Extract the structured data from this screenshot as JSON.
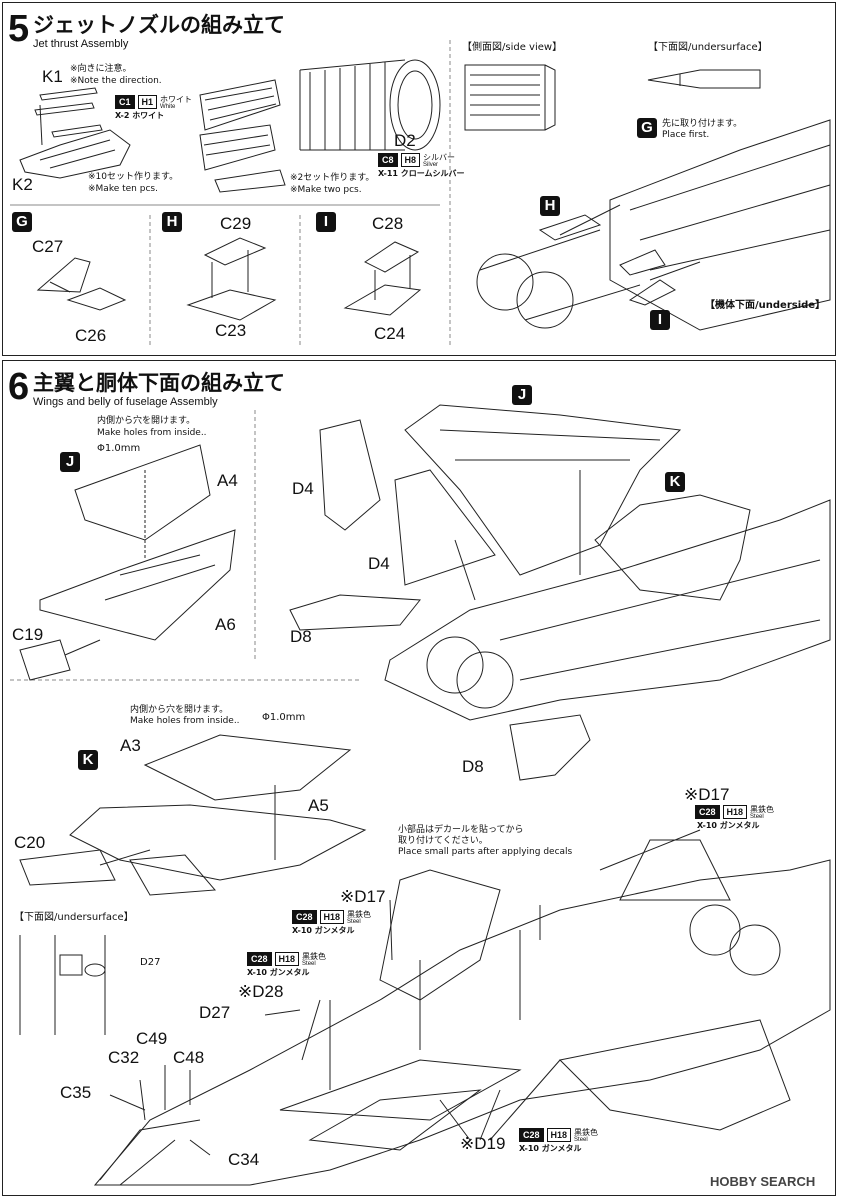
{
  "step5": {
    "number": "5",
    "title": "ジェットノズルの組み立て",
    "subtitle": "Jet thrust Assembly",
    "k1": "K1",
    "k2": "K2",
    "note_direction_jp": "※向きに注意。",
    "note_direction_en": "※Note the direction.",
    "paint_c1": {
      "code1": "C1",
      "code2": "H1",
      "name_jp": "ホワイト",
      "name_en": "White",
      "line": "X-2 ホワイト"
    },
    "note_ten_jp": "※10セット作ります。",
    "note_ten_en": "※Make ten pcs.",
    "d2": "D2",
    "paint_c8": {
      "code1": "C8",
      "code2": "H8",
      "name_jp": "シルバー",
      "name_en": "Silver",
      "line": "X-11 クロームシルバー"
    },
    "note_two_jp": "※2セット作ります。",
    "note_two_en": "※Make two pcs.",
    "side_view": "【側面図/side view】",
    "undersurface": "【下面図/undersurface】",
    "place_first_jp": "先に取り付けます。",
    "place_first_en": "Place first.",
    "underside": "【機体下面/underside】",
    "badge_g": "G",
    "badge_h": "H",
    "badge_i": "I",
    "c27": "C27",
    "c26": "C26",
    "c29": "C29",
    "c23": "C23",
    "c28": "C28",
    "c24": "C24"
  },
  "step6": {
    "number": "6",
    "title": "主翼と胴体下面の組み立て",
    "subtitle": "Wings and belly of fuselage Assembly",
    "holes_jp": "内側から穴を開けます。",
    "holes_en": "Make holes from inside..",
    "phi": "Φ1.0mm",
    "badge_j": "J",
    "badge_k": "K",
    "a4": "A4",
    "a6": "A6",
    "c19": "C19",
    "d4a": "D4",
    "d4b": "D4",
    "d8a": "D8",
    "d8b": "D8",
    "holes2_jp": "内側から穴を開けます。",
    "holes2_en": "Make holes from inside..",
    "phi2": "Φ1.0mm",
    "a3": "A3",
    "a5": "A5",
    "c20": "C20",
    "undersurface2": "【下面図/undersurface】",
    "d27a": "D27",
    "small_parts_jp1": "小部品はデカールを貼ってから",
    "small_parts_jp2": "取り付けてください。",
    "small_parts_en": "Place small parts after applying decals",
    "d17a": "※D17",
    "d17b": "※D17",
    "d28": "※D28",
    "d27b": "D27",
    "c49": "C49",
    "c32": "C32",
    "c48": "C48",
    "c35": "C35",
    "c34": "C34",
    "d19": "※D19",
    "paint_c28": {
      "code1": "C28",
      "code2": "H18",
      "name_jp": "黒鉄色",
      "name_en": "Steel",
      "line": "X-10 ガンメタル"
    }
  },
  "watermark": "HOBBY SEARCH"
}
